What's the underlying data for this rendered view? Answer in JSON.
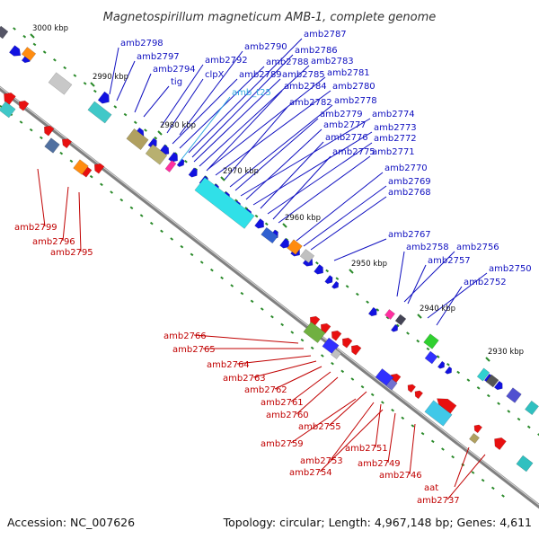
{
  "title": "Magnetospirillum magneticum AMB-1, complete genome",
  "footer": {
    "accession": "Accession: NC_007626",
    "topology": "Topology: circular; Length: 4,967,148 bp; Genes: 4,611"
  },
  "colors": {
    "forward_label": "#1010c0",
    "reverse_label": "#c00000",
    "rna_label": "#30a8e0",
    "backbone": "#808080",
    "tick": "#2a8a2a",
    "forward_gene": "#1212e0",
    "reverse_gene": "#e81010"
  },
  "ticks": [
    "3000 kbp",
    "2990 kbp",
    "2980 kbp",
    "2970 kbp",
    "2960 kbp",
    "2950 kbp",
    "2940 kbp",
    "2930 kbp"
  ],
  "forward_labels": [
    "amb2798",
    "amb2797",
    "amb2794",
    "tig",
    "amb2792",
    "clpX",
    "amb2790",
    "amb2789",
    "amb2788",
    "amb2787",
    "amb2786",
    "amb2785",
    "amb2783",
    "amb2781",
    "amb2784",
    "amb2780",
    "amb_t25",
    "amb2782",
    "amb2778",
    "amb2779",
    "amb2774",
    "amb2777",
    "amb2773",
    "amb2776",
    "amb2772",
    "amb2775",
    "amb2771",
    "amb2770",
    "amb2769",
    "amb2768",
    "amb2767",
    "amb2758",
    "amb2756",
    "amb2757",
    "amb2750",
    "amb2752"
  ],
  "reverse_labels": [
    "amb2799",
    "amb2796",
    "amb2795",
    "amb2766",
    "amb2765",
    "amb2764",
    "amb2763",
    "amb2762",
    "amb2761",
    "amb2760",
    "amb2755",
    "amb2759",
    "amb2751",
    "amb2753",
    "amb2754",
    "amb2749",
    "amb2746",
    "aat",
    "amb2737"
  ]
}
